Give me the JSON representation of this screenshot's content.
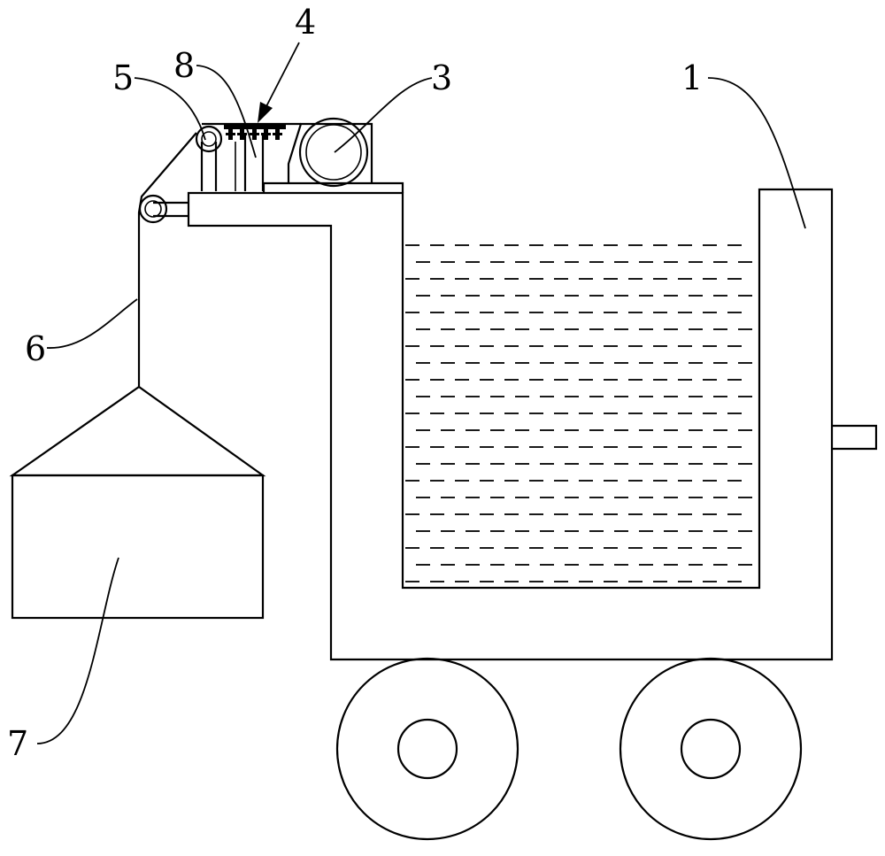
{
  "figure": {
    "labels": [
      {
        "key": "tank",
        "text": "1"
      },
      {
        "key": "motor",
        "text": "3"
      },
      {
        "key": "nozzle_arrow",
        "text": "4"
      },
      {
        "key": "pipe_elbow",
        "text": "5"
      },
      {
        "key": "hose",
        "text": "6"
      },
      {
        "key": "hood",
        "text": "7"
      },
      {
        "key": "pump",
        "text": "8"
      }
    ],
    "water_line_rows": 21
  }
}
